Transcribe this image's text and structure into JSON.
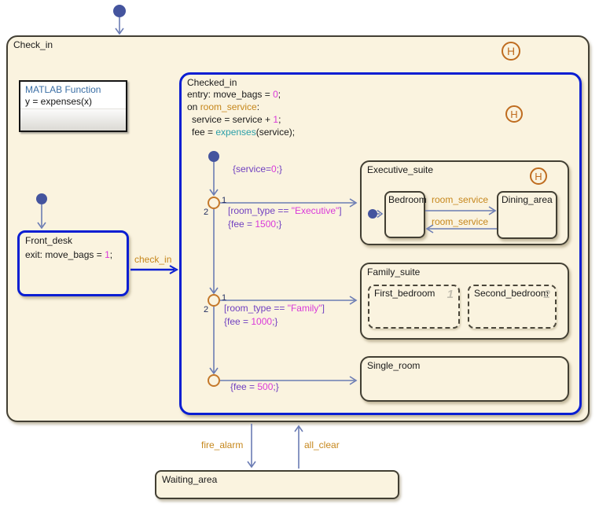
{
  "app": {
    "type": "Stateflow chart"
  },
  "colors": {
    "state_fill": "#faf3df",
    "state_border": "#423f33",
    "selection_blue": "#0a1ed2",
    "transition_line": "#6b7cb4",
    "default_dot": "#44549e",
    "junction_orange": "#c4782a",
    "history_orange": "#bf6c1f",
    "event_text": "#c6871c",
    "condition_text": "#7040c0",
    "literal_text": "#d939d9",
    "function_text": "#2b9fa8",
    "matlab_blue": "#3a6ea5"
  },
  "states": {
    "check_in": {
      "title": "Check_in"
    },
    "matlab_function": {
      "title": "MATLAB Function",
      "body": "y = expenses(x)"
    },
    "front_desk": {
      "title": "Front_desk",
      "exit": {
        "pre": "exit: move_bags = ",
        "num": "1",
        "post": ";"
      }
    },
    "checked_in": {
      "title": "Checked_in",
      "entry": {
        "pre": "entry: move_bags = ",
        "num": "0",
        "post": ";"
      },
      "on": {
        "pre": "on ",
        "event": "room_service",
        "post": ":"
      },
      "svc": {
        "pre": "service = service + ",
        "num": "1",
        "post": ";"
      },
      "fee": {
        "pre": "fee = ",
        "fn": "expenses",
        "post": "(service);"
      }
    },
    "executive_suite": {
      "title": "Executive_suite"
    },
    "bedroom": {
      "title": "Bedroom"
    },
    "dining_area": {
      "title": "Dining_area"
    },
    "family_suite": {
      "title": "Family_suite"
    },
    "first_bedroom": {
      "title": "First_bedroom",
      "order": "1"
    },
    "second_bedroom": {
      "title": "Second_bedroom",
      "order": "2"
    },
    "single_room": {
      "title": "Single_room"
    },
    "waiting_area": {
      "title": "Waiting_area"
    }
  },
  "transitions": {
    "check_in": "check_in",
    "room_service_to_dining": "room_service",
    "room_service_to_bedroom": "room_service",
    "fire_alarm": "fire_alarm",
    "all_clear": "all_clear",
    "service_init": {
      "pre": "{service=",
      "num": "0",
      "post": ";}"
    },
    "exec_cond": {
      "pre": "[room_type == ",
      "str": "\"Executive\"",
      "post": "]"
    },
    "exec_action": {
      "pre": "{fee = ",
      "num": "1500",
      "post": ";}"
    },
    "family_cond": {
      "pre": "[room_type == ",
      "str": "\"Family\"",
      "post": "]"
    },
    "family_action": {
      "pre": "{fee = ",
      "num": "1000",
      "post": ";}"
    },
    "single_action": {
      "pre": "{fee = ",
      "num": "500",
      "post": ";}"
    },
    "junction1": {
      "out": "1",
      "down": "2"
    },
    "junction2": {
      "out": "1",
      "down": "2"
    }
  },
  "icons": {
    "history": "H"
  }
}
